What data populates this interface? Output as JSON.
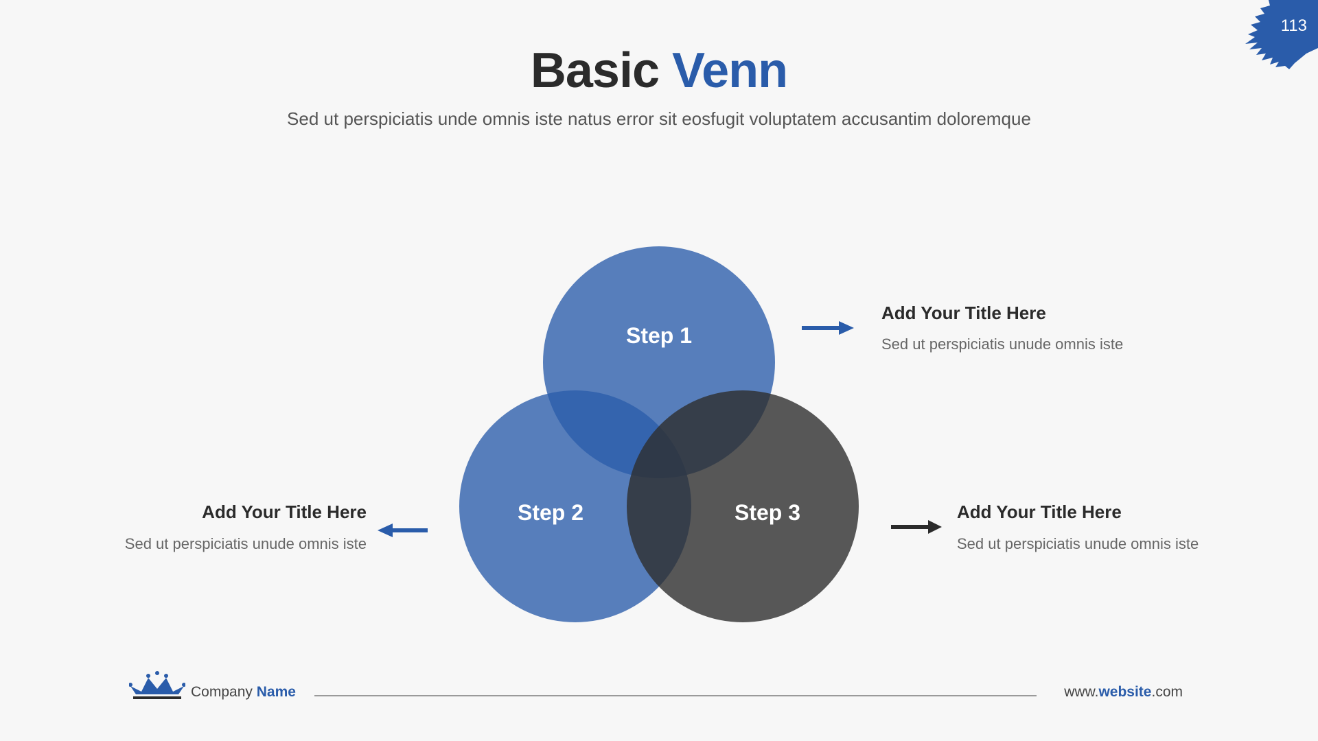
{
  "header": {
    "title_main": "Basic",
    "title_accent": "Venn",
    "subtitle": "Sed ut perspiciatis unde omnis iste natus error sit eosfugit voluptatem accusantim doloremque",
    "page_number": "113"
  },
  "venn": {
    "step1": "Step 1",
    "step2": "Step 2",
    "step3": "Step 3"
  },
  "info": {
    "top_right": {
      "title": "Add Your Title Here",
      "desc": "Sed ut perspiciatis unude omnis iste"
    },
    "left": {
      "title": "Add Your Title Here",
      "desc": "Sed ut perspiciatis unude omnis iste"
    },
    "bottom_right": {
      "title": "Add Your Title Here",
      "desc": "Sed ut perspiciatis unude omnis iste"
    }
  },
  "footer": {
    "company_prefix": "Company",
    "company_accent": "Name",
    "website_prefix": "www.",
    "website_accent": "website",
    "website_suffix": ".com"
  },
  "colors": {
    "accent": "#2a5caa",
    "dark": "#3a3a3a",
    "background": "#f7f7f7"
  },
  "icons": [
    "brush-stroke-icon",
    "arrow-right-icon",
    "arrow-left-icon",
    "crown-icon"
  ]
}
